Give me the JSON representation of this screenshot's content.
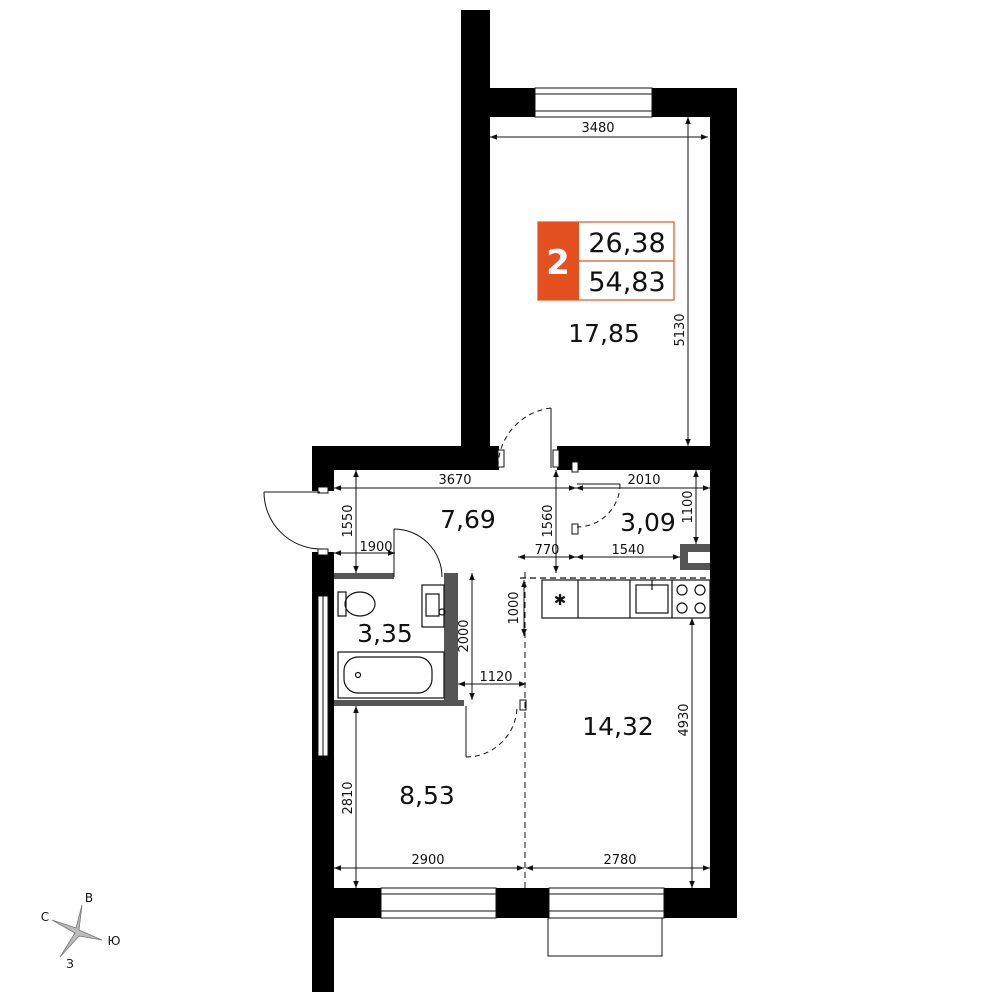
{
  "apartment": {
    "rooms": "2",
    "living_area": "26,38",
    "total_area": "54,83",
    "accent_color": "#e4501f"
  },
  "room_areas": {
    "bedroom": "17,85",
    "hall": "7,69",
    "storage": "3,09",
    "bathroom": "3,35",
    "room": "8,53",
    "kitchen": "14,32"
  },
  "dimensions": {
    "bedroom_width": "3480",
    "bedroom_length": "5130",
    "hall_width": "3670",
    "storage_width": "2010",
    "hall_depth": "1550",
    "door_width": "1560",
    "storage_depth": "1100",
    "bath_width": "1900",
    "passage_a": "770",
    "passage_b": "1540",
    "kitchen_opening": "1000",
    "bath_length": "2000",
    "corridor": "1120",
    "kitchen_length": "4930",
    "room_length": "2810",
    "room_width": "2900",
    "kitchen_width": "2780"
  },
  "compass": {
    "north": "С",
    "east": "В",
    "south": "Ю",
    "west": "З"
  }
}
